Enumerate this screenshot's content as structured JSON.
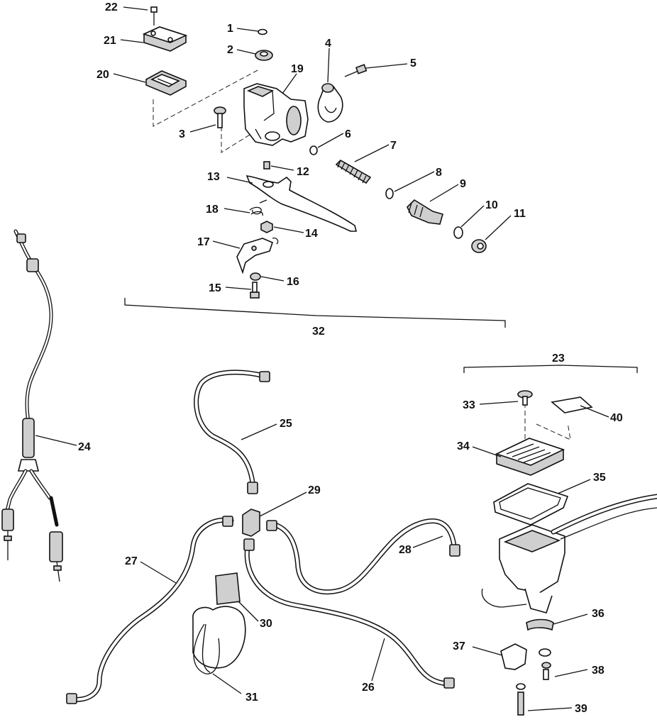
{
  "diagram": {
    "labels": [
      {
        "key": "p1",
        "text": "1"
      },
      {
        "key": "p2",
        "text": "2"
      },
      {
        "key": "p3",
        "text": "3"
      },
      {
        "key": "p4",
        "text": "4"
      },
      {
        "key": "p5",
        "text": "5"
      },
      {
        "key": "p6",
        "text": "6"
      },
      {
        "key": "p7",
        "text": "7"
      },
      {
        "key": "p8",
        "text": "8"
      },
      {
        "key": "p9",
        "text": "9"
      },
      {
        "key": "p10",
        "text": "10"
      },
      {
        "key": "p11",
        "text": "11"
      },
      {
        "key": "p12",
        "text": "12"
      },
      {
        "key": "p13",
        "text": "13"
      },
      {
        "key": "p14",
        "text": "14"
      },
      {
        "key": "p15",
        "text": "15"
      },
      {
        "key": "p16",
        "text": "16"
      },
      {
        "key": "p17",
        "text": "17"
      },
      {
        "key": "p18",
        "text": "18"
      },
      {
        "key": "p19",
        "text": "19"
      },
      {
        "key": "p20",
        "text": "20"
      },
      {
        "key": "p21",
        "text": "21"
      },
      {
        "key": "p22",
        "text": "22"
      },
      {
        "key": "p23",
        "text": "23"
      },
      {
        "key": "p24",
        "text": "24"
      },
      {
        "key": "p25",
        "text": "25"
      },
      {
        "key": "p26",
        "text": "26"
      },
      {
        "key": "p27",
        "text": "27"
      },
      {
        "key": "p28",
        "text": "28"
      },
      {
        "key": "p29",
        "text": "29"
      },
      {
        "key": "p30",
        "text": "30"
      },
      {
        "key": "p31",
        "text": "31"
      },
      {
        "key": "p32",
        "text": "32"
      },
      {
        "key": "p33",
        "text": "33"
      },
      {
        "key": "p34",
        "text": "34"
      },
      {
        "key": "p35",
        "text": "35"
      },
      {
        "key": "p36",
        "text": "36"
      },
      {
        "key": "p37",
        "text": "37"
      },
      {
        "key": "p38",
        "text": "38"
      },
      {
        "key": "p39",
        "text": "39"
      },
      {
        "key": "p40",
        "text": "40"
      }
    ]
  }
}
